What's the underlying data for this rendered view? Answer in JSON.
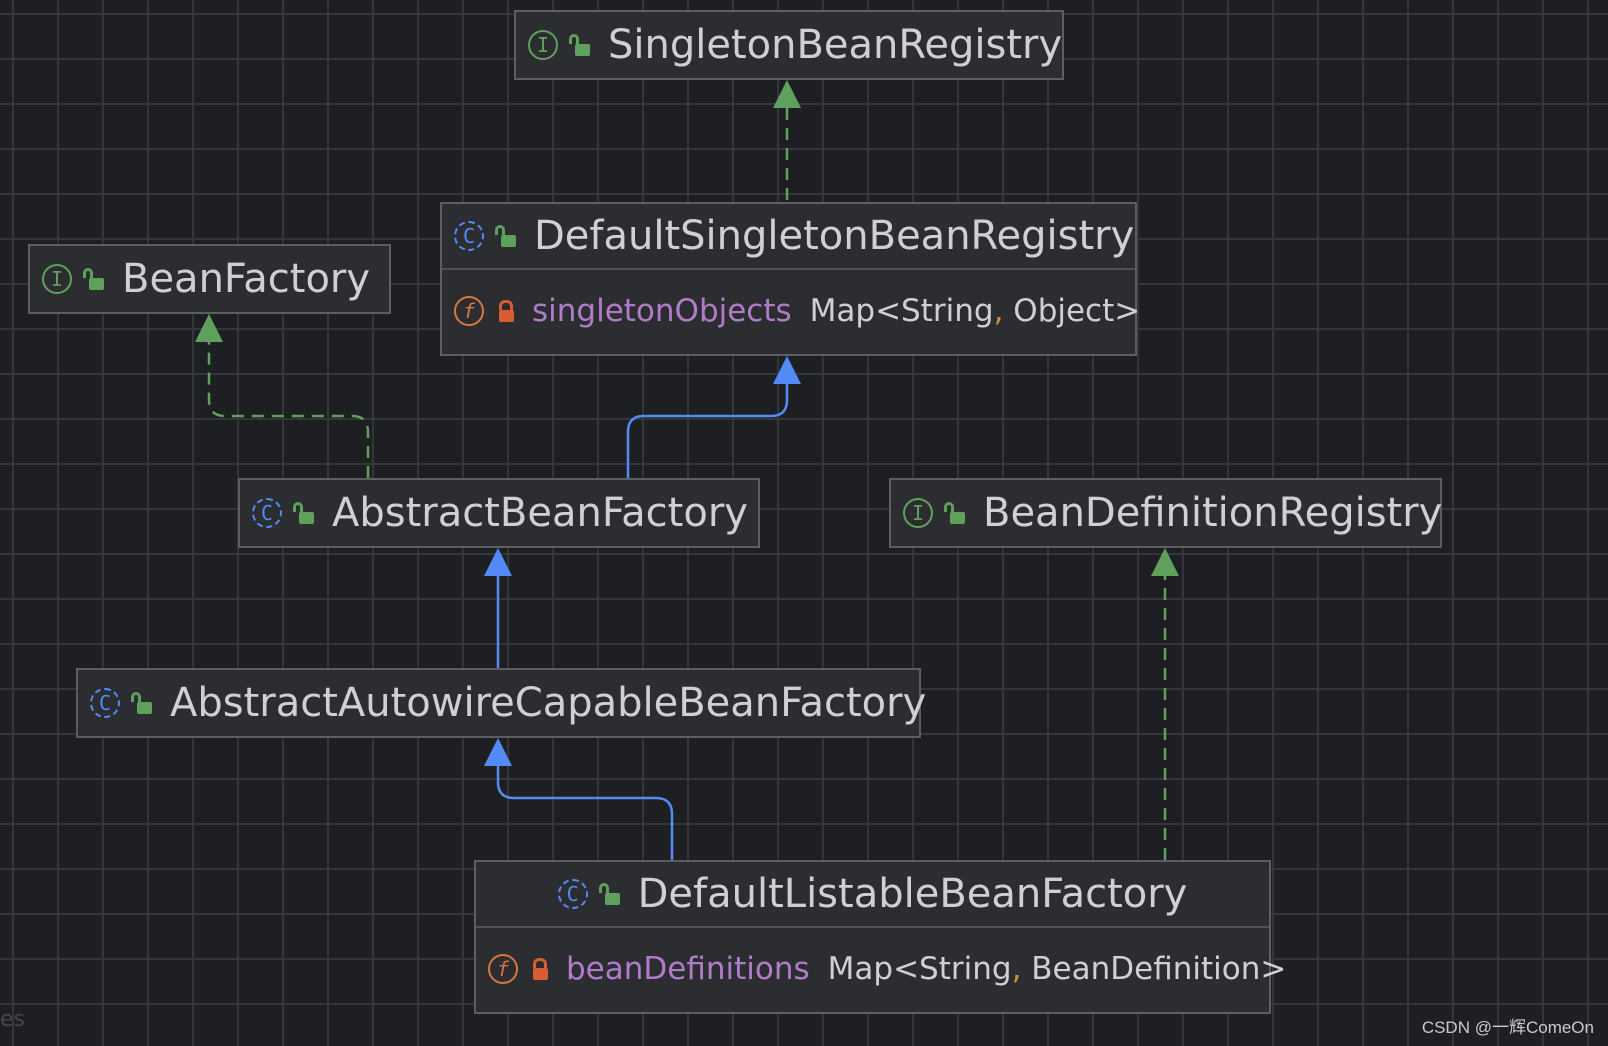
{
  "colors": {
    "background": "#1e1f22",
    "grid": "#34363b",
    "node_fill": "#2b2d30",
    "node_border": "#5b5e63",
    "extends_edge": "#548af7",
    "implements_edge": "#5fa05c",
    "field_name": "#b07bc8",
    "type_text": "#ced0d6"
  },
  "nodes": {
    "singleton_bean_registry": {
      "kind": "interface",
      "badge": "I",
      "visibility": "public",
      "name": "SingletonBeanRegistry"
    },
    "default_singleton_bean_registry": {
      "kind": "class",
      "badge": "C",
      "visibility": "public",
      "name": "DefaultSingletonBeanRegistry",
      "field": {
        "badge": "f",
        "visibility": "private",
        "name": "singletonObjects",
        "type_prefix": "Map<String",
        "type_comma": ",",
        "type_suffix": " Object>"
      }
    },
    "bean_factory": {
      "kind": "interface",
      "badge": "I",
      "visibility": "public",
      "name": "BeanFactory"
    },
    "abstract_bean_factory": {
      "kind": "class",
      "badge": "C",
      "visibility": "public",
      "name": "AbstractBeanFactory"
    },
    "bean_definition_registry": {
      "kind": "interface",
      "badge": "I",
      "visibility": "public",
      "name": "BeanDefinitionRegistry"
    },
    "abstract_autowire_capable_bean_factory": {
      "kind": "class",
      "badge": "C",
      "visibility": "public",
      "name": "AbstractAutowireCapableBeanFactory"
    },
    "default_listable_bean_factory": {
      "kind": "class",
      "badge": "C",
      "visibility": "public",
      "name": "DefaultListableBeanFactory",
      "field": {
        "badge": "f",
        "visibility": "private",
        "name": "beanDefinitions",
        "type_prefix": "Map<String",
        "type_comma": ",",
        "type_suffix": " BeanDefinition>"
      }
    }
  },
  "edges": [
    {
      "from": "default_singleton_bean_registry",
      "to": "singleton_bean_registry",
      "relation": "implements"
    },
    {
      "from": "abstract_bean_factory",
      "to": "bean_factory",
      "relation": "implements"
    },
    {
      "from": "abstract_bean_factory",
      "to": "default_singleton_bean_registry",
      "relation": "extends"
    },
    {
      "from": "abstract_autowire_capable_bean_factory",
      "to": "abstract_bean_factory",
      "relation": "extends"
    },
    {
      "from": "default_listable_bean_factory",
      "to": "abstract_autowire_capable_bean_factory",
      "relation": "extends"
    },
    {
      "from": "default_listable_bean_factory",
      "to": "bean_definition_registry",
      "relation": "implements"
    }
  ],
  "footer": {
    "watermark": "CSDN @一辉ComeOn",
    "ghost_text": "es"
  }
}
